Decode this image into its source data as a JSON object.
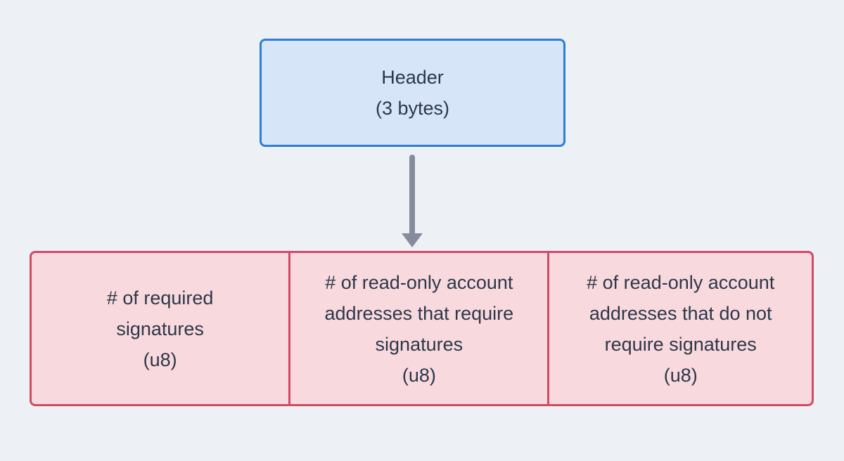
{
  "diagram": {
    "title_hint": "transaction message header byte layout",
    "header_box": {
      "text": "Header\n(3 bytes)"
    },
    "byte_boxes": [
      {
        "text": "# of required\nsignatures\n(u8)"
      },
      {
        "text": "# of read-only account\naddresses that require\nsignatures\n(u8)"
      },
      {
        "text": "# of read-only account\naddresses that do not\nrequire signatures\n(u8)"
      }
    ],
    "connector": "down-arrow"
  },
  "colors": {
    "bg": "#edf1f6",
    "header-fill": "#d6e6f8",
    "header-border": "#2e7fd1",
    "byte-fill": "#f8d9de",
    "byte-border": "#d14b63",
    "text": "#2d3748",
    "arrow": "#878c9c"
  }
}
